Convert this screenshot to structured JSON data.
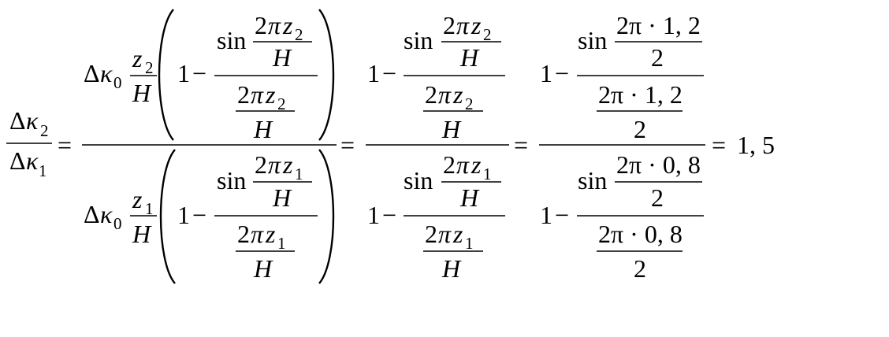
{
  "formula": {
    "lhs": {
      "delta": "Δ",
      "kappa": "κ",
      "index_top": "2",
      "index_bottom": "1"
    },
    "glyphs": {
      "delta": "Δ",
      "kappa": "κ",
      "pi": "π",
      "z": "z",
      "H": "H",
      "two": "2",
      "one": "1",
      "zero": "0",
      "minus": "−",
      "equals": "=",
      "sin": "sin",
      "dot": "·",
      "lparen": "(",
      "rparen": ")"
    },
    "num_top": {
      "coef_index": "0",
      "z_index": "2"
    },
    "num_bottom": {
      "coef_index": "0",
      "z_index": "1"
    },
    "step2": {
      "top_z_index": "2",
      "bottom_z_index": "1"
    },
    "step3": {
      "top_value": "2π · 1, 2",
      "top_denominator": "2",
      "bottom_value": "2π · 0, 8",
      "bottom_denominator": "2"
    },
    "result": "1, 5"
  }
}
